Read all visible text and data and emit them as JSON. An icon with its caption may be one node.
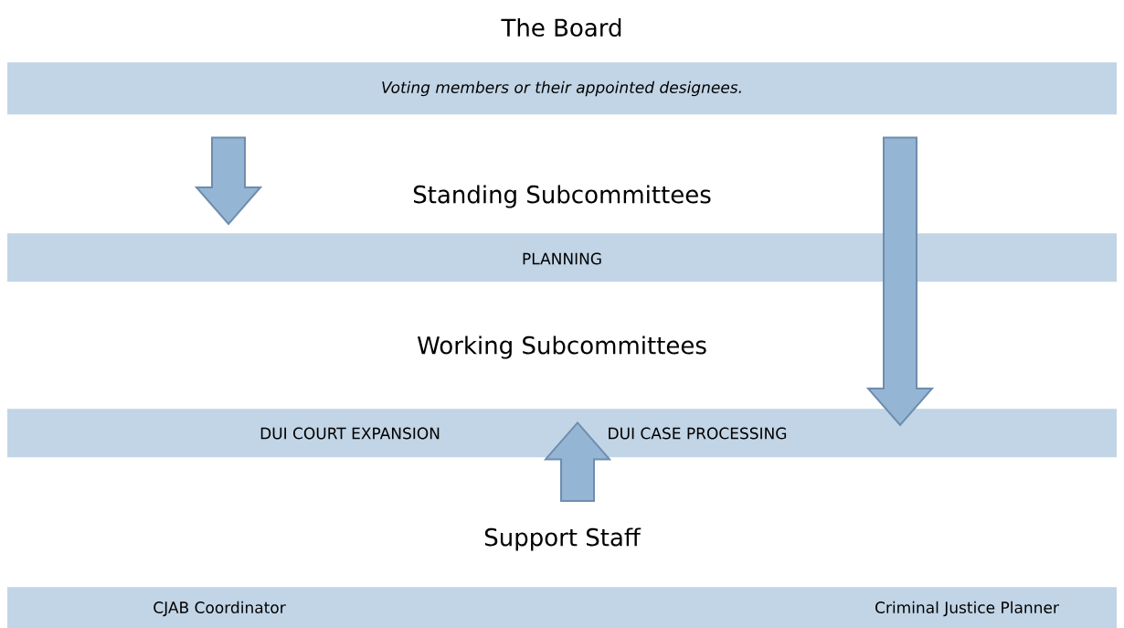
{
  "diagram": {
    "nodes": [
      {
        "text": [
          "The Board",
          "Voting members or their appointed designees."
        ]
      },
      {
        "text": [
          "Standing Subcommittees",
          "PLANNING"
        ]
      },
      {
        "text": [
          "Working Subcommittees",
          "DUI COURT EXPANSION",
          "DUI CASE PROCESSING"
        ]
      },
      {
        "text": [
          "Support Staff",
          "CJAB Coordinator",
          "Criminal Justice Planner"
        ]
      }
    ],
    "edges": [
      {
        "from": 0,
        "to": 1,
        "arrow": "to"
      },
      {
        "from": 0,
        "to": 2,
        "arrow": "to"
      },
      {
        "from": 3,
        "to": 2,
        "arrow": "to"
      }
    ]
  }
}
